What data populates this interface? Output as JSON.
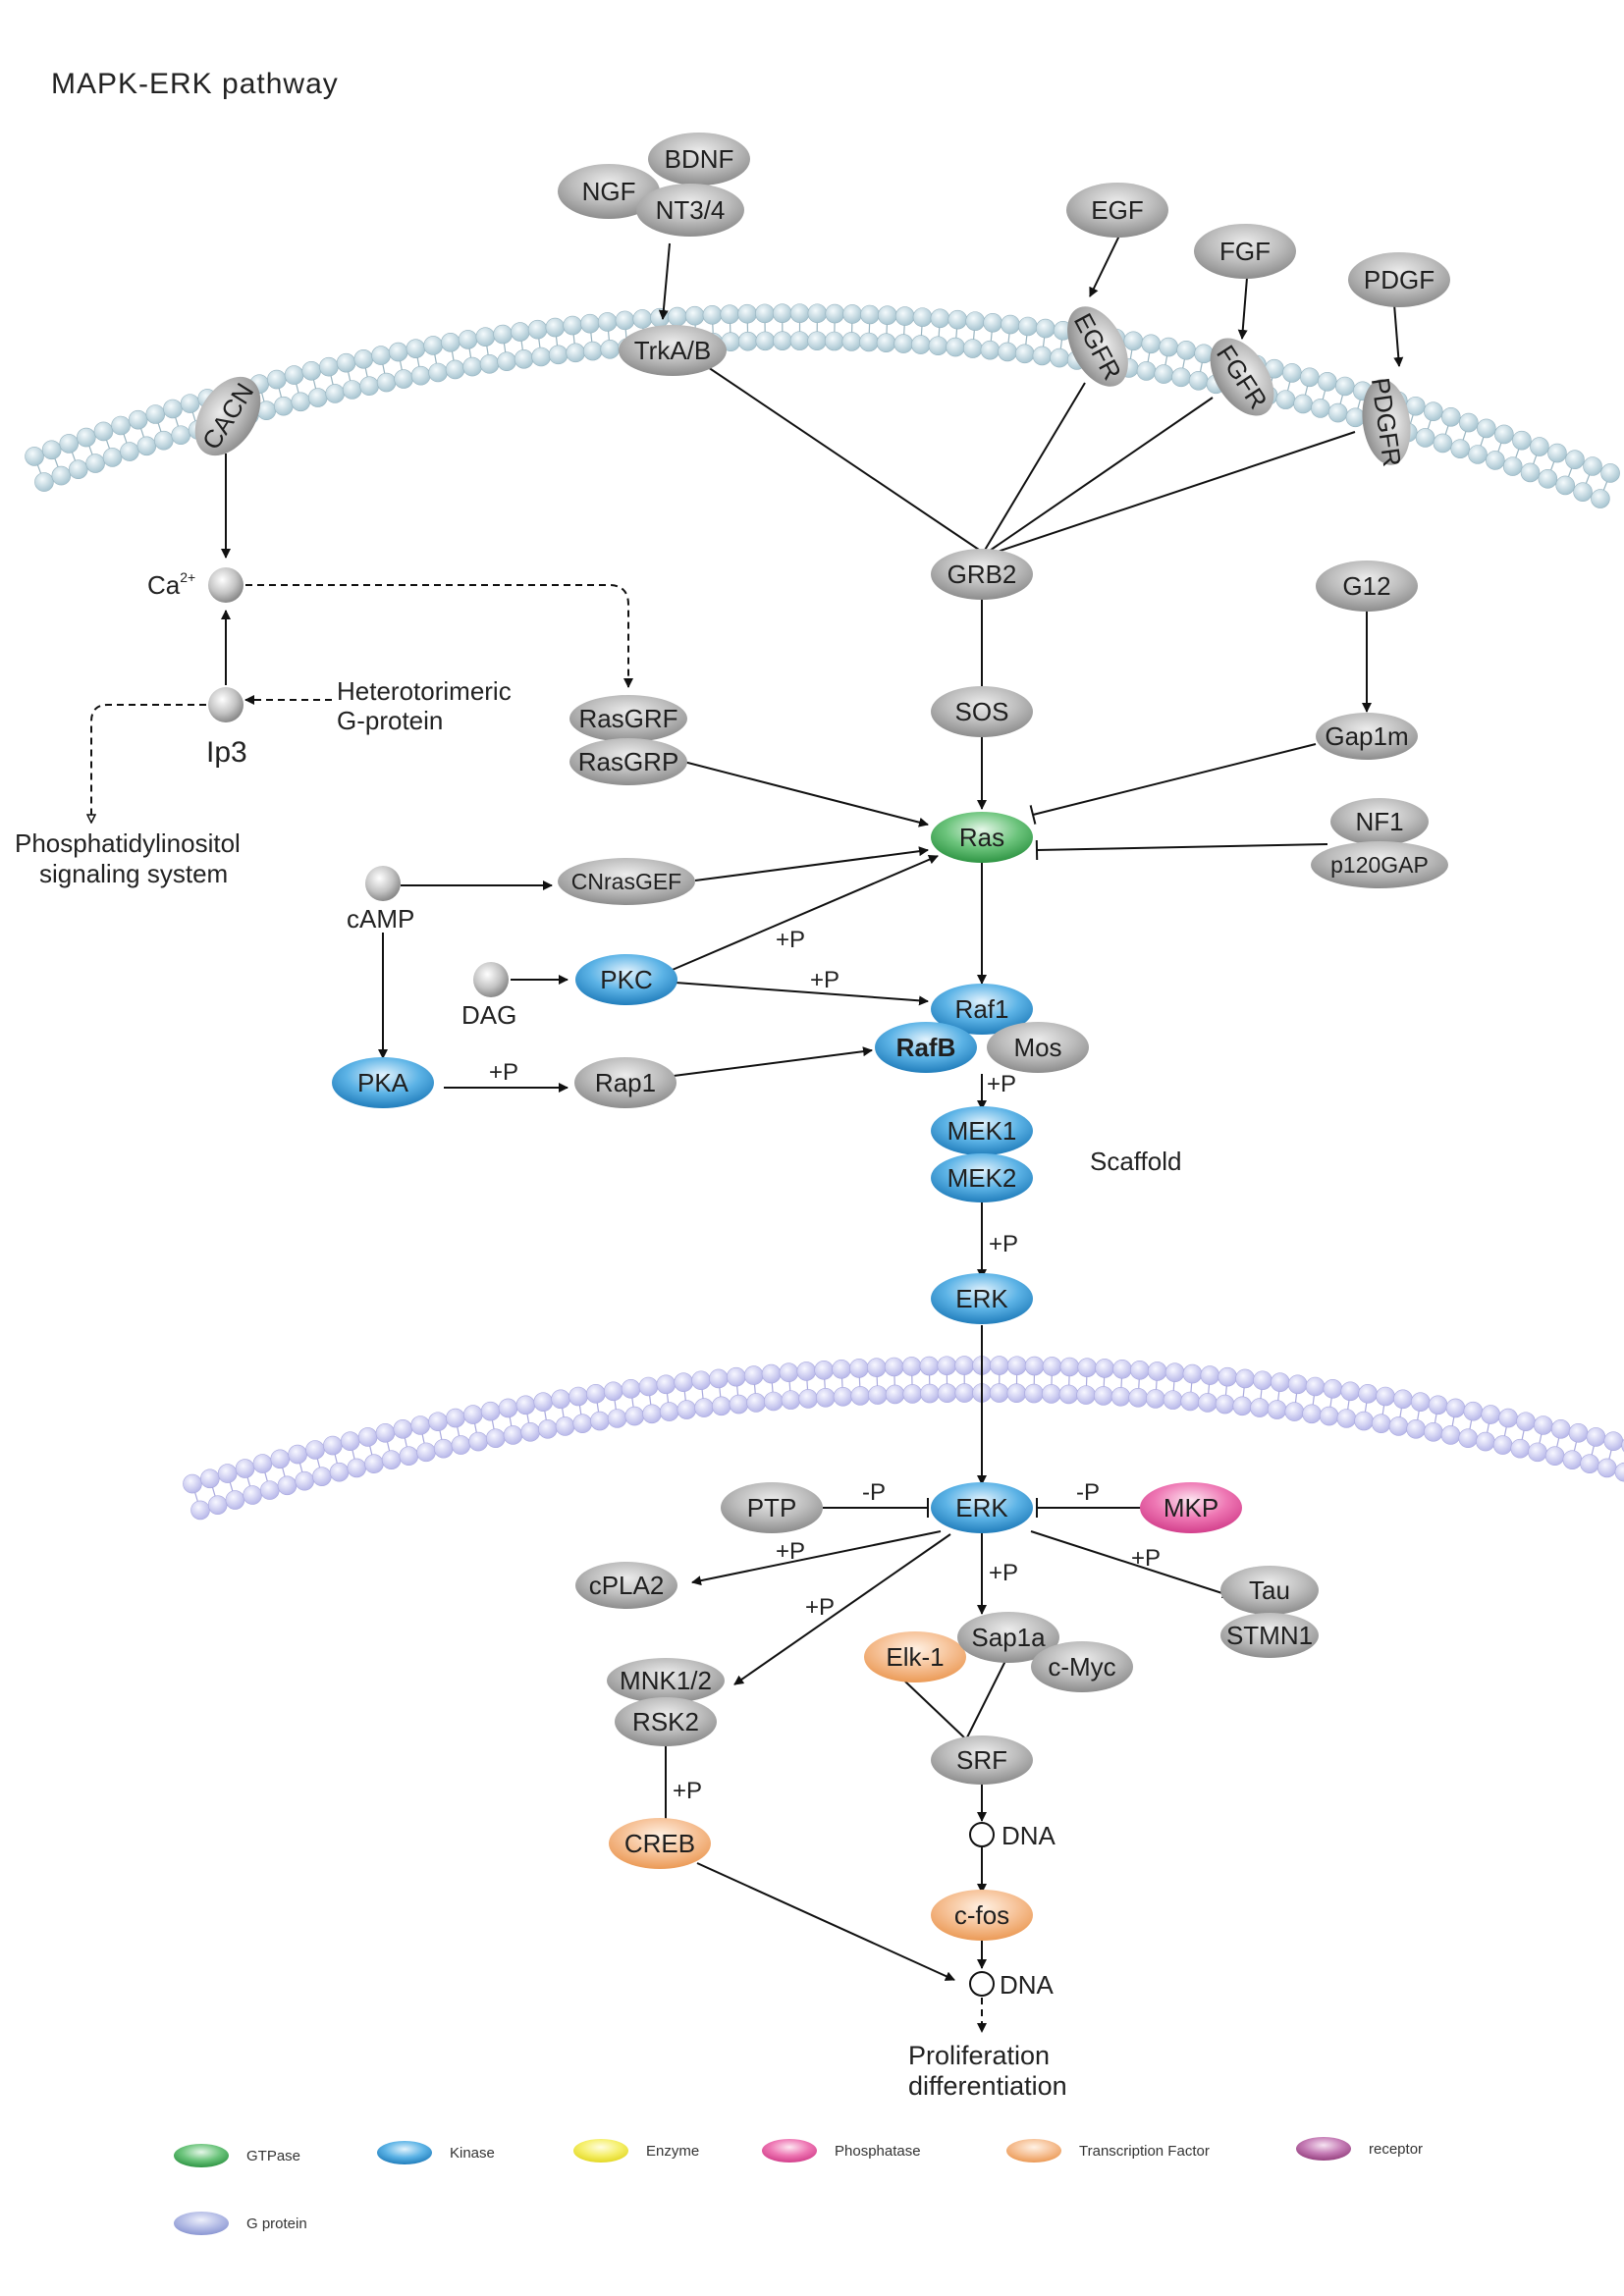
{
  "title": "MAPK-ERK pathway",
  "nodes": [
    {
      "id": "ngf",
      "label": "NGF",
      "type": "gray"
    },
    {
      "id": "bdnf",
      "label": "BDNF",
      "type": "gray"
    },
    {
      "id": "nt34",
      "label": "NT3/4",
      "type": "gray"
    },
    {
      "id": "egf",
      "label": "EGF",
      "type": "gray"
    },
    {
      "id": "fgf",
      "label": "FGF",
      "type": "gray"
    },
    {
      "id": "pdgf",
      "label": "PDGF",
      "type": "gray"
    },
    {
      "id": "trkab",
      "label": "TrkA/B",
      "type": "gray"
    },
    {
      "id": "cacn",
      "label": "CACN",
      "type": "gray"
    },
    {
      "id": "egfr",
      "label": "EGFR",
      "type": "gray"
    },
    {
      "id": "fgfr",
      "label": "FGFR",
      "type": "gray"
    },
    {
      "id": "pdgfr",
      "label": "PDGFR",
      "type": "gray"
    },
    {
      "id": "grb2",
      "label": "GRB2",
      "type": "gray"
    },
    {
      "id": "g12",
      "label": "G12",
      "type": "gray"
    },
    {
      "id": "sos",
      "label": "SOS",
      "type": "gray"
    },
    {
      "id": "gap1m",
      "label": "Gap1m",
      "type": "gray"
    },
    {
      "id": "rasgrf",
      "label": "RasGRF",
      "type": "gray"
    },
    {
      "id": "rasgrp",
      "label": "RasGRP",
      "type": "gray"
    },
    {
      "id": "ras",
      "label": "Ras",
      "type": "gtpase"
    },
    {
      "id": "nf1",
      "label": "NF1",
      "type": "gray"
    },
    {
      "id": "p120gap",
      "label": "p120GAP",
      "type": "gray"
    },
    {
      "id": "cnrasgef",
      "label": "CNrasGEF",
      "type": "gray"
    },
    {
      "id": "pkc",
      "label": "PKC",
      "type": "kinase"
    },
    {
      "id": "raf1",
      "label": "Raf1",
      "type": "kinase"
    },
    {
      "id": "rafb",
      "label": "RafB",
      "type": "kinase"
    },
    {
      "id": "mos",
      "label": "Mos",
      "type": "gray"
    },
    {
      "id": "pka",
      "label": "PKA",
      "type": "kinase"
    },
    {
      "id": "rap1",
      "label": "Rap1",
      "type": "gray"
    },
    {
      "id": "mek1",
      "label": "MEK1",
      "type": "kinase"
    },
    {
      "id": "mek2",
      "label": "MEK2",
      "type": "kinase"
    },
    {
      "id": "erk_cyto",
      "label": "ERK",
      "type": "kinase"
    },
    {
      "id": "erk_nuc",
      "label": "ERK",
      "type": "kinase"
    },
    {
      "id": "ptp",
      "label": "PTP",
      "type": "gray"
    },
    {
      "id": "mkp",
      "label": "MKP",
      "type": "phosphatase"
    },
    {
      "id": "cpla2",
      "label": "cPLA2",
      "type": "gray"
    },
    {
      "id": "tau",
      "label": "Tau",
      "type": "gray"
    },
    {
      "id": "stmn1",
      "label": "STMN1",
      "type": "gray"
    },
    {
      "id": "mnk12",
      "label": "MNK1/2",
      "type": "gray"
    },
    {
      "id": "rsk2",
      "label": "RSK2",
      "type": "gray"
    },
    {
      "id": "elk1",
      "label": "Elk-1",
      "type": "tf"
    },
    {
      "id": "sap1a",
      "label": "Sap1a",
      "type": "gray"
    },
    {
      "id": "cmyc",
      "label": "c-Myc",
      "type": "gray"
    },
    {
      "id": "srf",
      "label": "SRF",
      "type": "gray"
    },
    {
      "id": "creb",
      "label": "CREB",
      "type": "tf"
    },
    {
      "id": "cfos",
      "label": "c-fos",
      "type": "tf"
    }
  ],
  "molecules": [
    {
      "id": "ca",
      "label": "Ca",
      "sup": "2+"
    },
    {
      "id": "ip3",
      "label": "Ip3"
    },
    {
      "id": "camp",
      "label": "cAMP"
    },
    {
      "id": "dag",
      "label": "DAG"
    }
  ],
  "texts": {
    "hetero_1": "Heterotorimeric",
    "hetero_2": "G-protein",
    "phos_1": "Phosphatidylinositol",
    "phos_2": "signaling system",
    "scaffold": "Scaffold",
    "dna1": "DNA",
    "dna2": "DNA",
    "prolif_1": "Proliferation",
    "prolif_2": "differentiation"
  },
  "edge_labels": [
    "+P",
    "+P",
    "+P",
    "+P",
    "+P",
    "+P",
    "+P",
    "+P",
    "+P",
    "+P",
    "-P",
    "-P"
  ],
  "legend": [
    {
      "label": "GTPase",
      "color": "#3aa84f"
    },
    {
      "label": "Kinase",
      "color": "#2f8fcc"
    },
    {
      "label": "Enzyme",
      "color": "#f0e83a"
    },
    {
      "label": "Phosphatase",
      "color": "#e04f9a"
    },
    {
      "label": "Transcription Factor",
      "color": "#f0a86a"
    },
    {
      "label": "receptor",
      "color": "#a64f92"
    },
    {
      "label": "G protein",
      "color": "#9ba7dc"
    }
  ],
  "colors": {
    "gray": "#8c8c8c",
    "gtpase": "#3aa84f",
    "kinase": "#2f8fcc",
    "phosphatase": "#e04f9a",
    "tf": "#f0a86a",
    "membrane_outer": "#b5cfd9",
    "membrane_nuclear": "#c5c5ee"
  }
}
